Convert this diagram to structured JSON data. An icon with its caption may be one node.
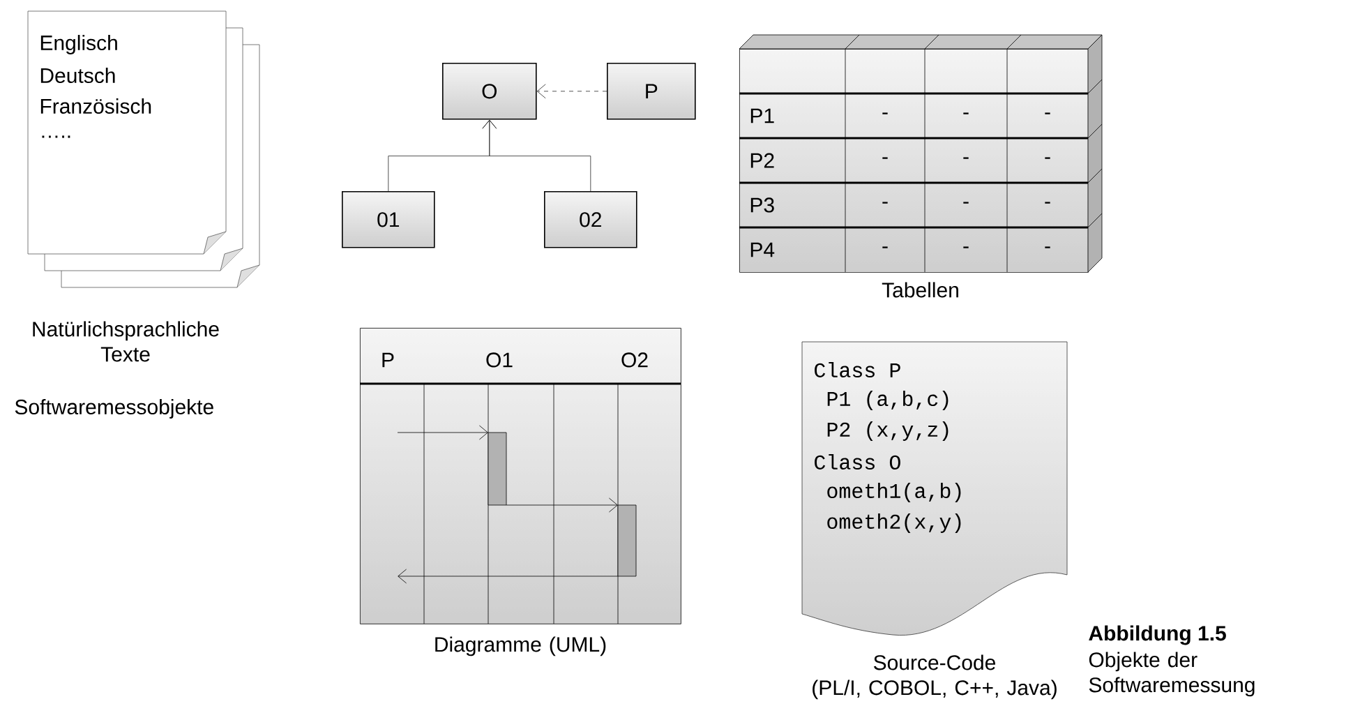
{
  "diagram": {
    "title": "Abbildung 1.5",
    "caption": "Objekte der Softwaremessung",
    "nodes": [
      {
        "text": [
          "Englisch",
          "Deutsch",
          "Französisch",
          "….."
        ],
        "beside": [
          "Natürlichsprachliche Texte"
        ]
      },
      {
        "text": [
          "O"
        ]
      },
      {
        "text": [
          "P"
        ]
      },
      {
        "text": [
          "01"
        ]
      },
      {
        "text": [
          "02"
        ]
      },
      {
        "text": [
          "P1",
          "-",
          "-",
          "-",
          "P2",
          "-",
          "-",
          "-",
          "P3",
          "-",
          "-",
          "-",
          "P4",
          "-",
          "-",
          "-"
        ],
        "beside": [
          "Tabellen"
        ]
      },
      {
        "text": [
          "P",
          "O1",
          "O2"
        ],
        "beside": [
          "Diagramme (UML)"
        ]
      },
      {
        "text": [
          "Class P",
          "P1 (a,b,c)",
          "P2 (x,y,z)",
          "Class O",
          "ometh1(a,b)",
          "ometh2(x,y)"
        ],
        "beside": [
          "Source-Code",
          "(PL/I, COBOL, C++, Java)"
        ]
      }
    ],
    "edges": [
      {
        "from": 2,
        "to": 1,
        "arrow": "to",
        "style": "dashed"
      },
      {
        "from": 3,
        "to": 1,
        "arrow": "to"
      },
      {
        "from": 4,
        "to": 1,
        "arrow": "to"
      }
    ],
    "labels": [
      "Softwaremessobjekte"
    ]
  }
}
